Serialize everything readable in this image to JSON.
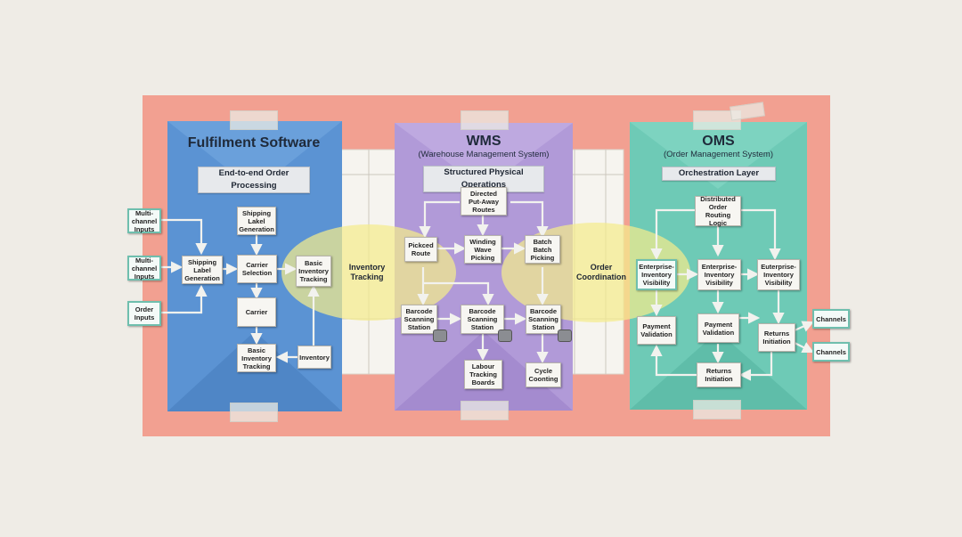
{
  "panels": {
    "fulfilment": {
      "title": "Fulfilment Software",
      "strip": "End-to-end Order Processing",
      "color": "#5b93d3"
    },
    "wms": {
      "title": "WMS",
      "subtitle": "(Warehouse Management System)",
      "strip": "Structured Physical Operations",
      "color": "#b19ad8"
    },
    "oms": {
      "title": "OMS",
      "subtitle": "(Order Management System)",
      "strip": "Orchestration Layer",
      "color": "#6ecab6"
    }
  },
  "highlights": {
    "inventory_tracking": "Inventory Tracking",
    "order_coordination": "Order Coordination"
  },
  "inputs": [
    "Multi-channel Inputs",
    "Multi-channel Inputs",
    "Order Inputs"
  ],
  "fulfilment_nodes": {
    "shipping_label_top": "Shipping Lakel Generation",
    "shipping_label": "Shipping Label Generation",
    "carrier_selection": "Carrier Selection",
    "basic_inventory_right": "Basic Inventory Tracking",
    "carrier": "Carrier",
    "basic_inventory": "Basic Inventory Tracking",
    "inventory": "Inventory"
  },
  "wms_nodes": {
    "directed_putaway": "Directed Put-Away Routes",
    "picked_route": "Pickced Route",
    "wave_picking": "Winding Wave Picking",
    "batch_picking": "Batch Batch Picking",
    "barcode_1": "Barcode Scanning Station",
    "barcode_2": "Barcode Scanning Station",
    "barcode_3": "Barcode Scanning Station",
    "labour_tracking": "Labour Tracking Boards",
    "cycle_counting": "Cycle Coonting"
  },
  "oms_nodes": {
    "routing_logic": "Distributed Order Routing Logic",
    "visibility_1": "Enterprise-Inventory Visibility",
    "visibility_2": "Enterprise-Inventory Visibility",
    "visibility_3": "Euterprise-Inventory Visibility",
    "payment_left": "Payment Validation",
    "payment_center": "Payment Validation",
    "returns_right": "Returns Initiation",
    "returns_bottom": "Returns Initiation"
  },
  "outputs": [
    "Channels",
    "Channels"
  ],
  "colors": {
    "board": "#f2a091",
    "highlight": "#f4ec8c",
    "arrow": "#f2f2ee"
  }
}
